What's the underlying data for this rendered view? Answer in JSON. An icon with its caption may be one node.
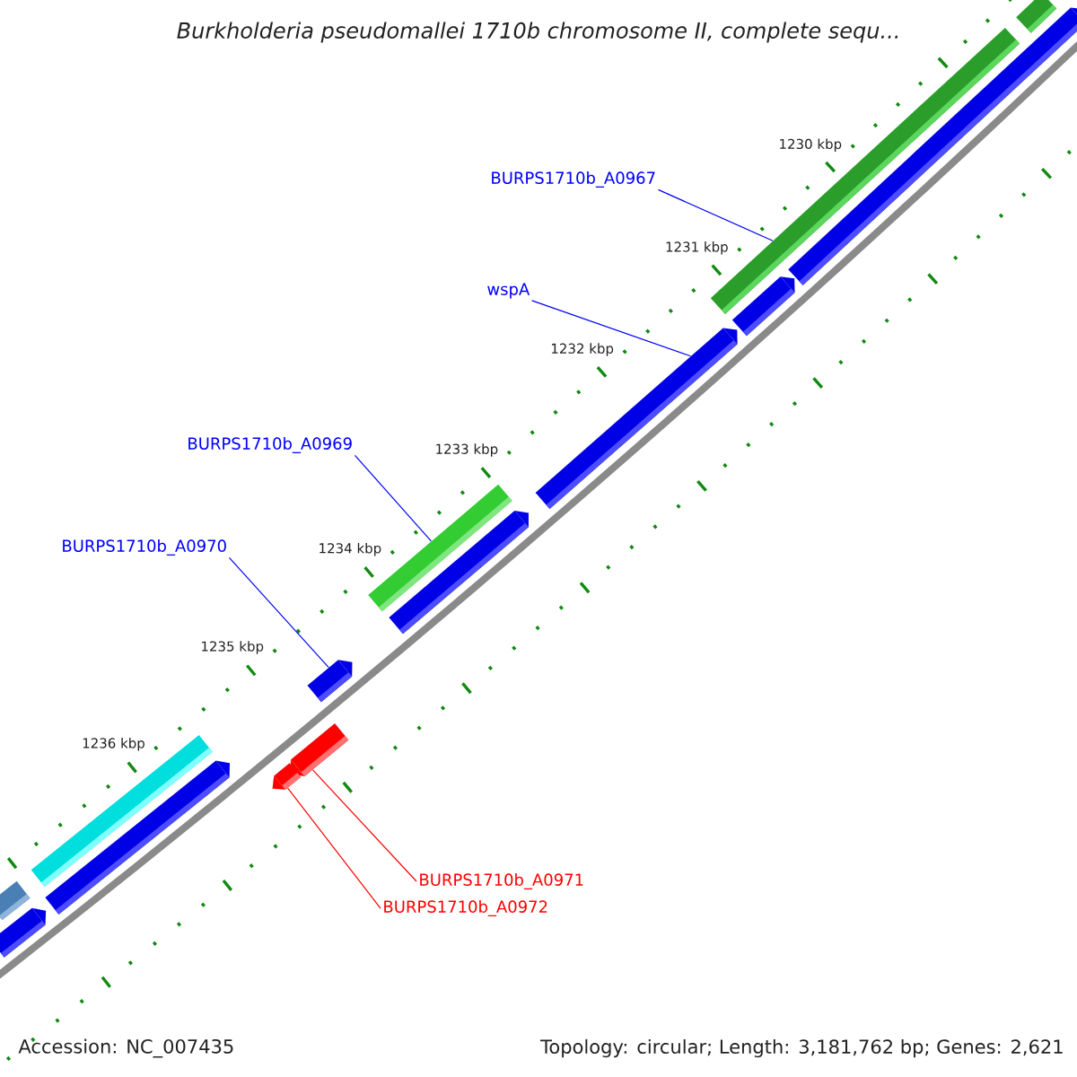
{
  "diagram": {
    "title": "Burkholderia pseudomallei 1710b chromosome II, complete sequ...",
    "nodes": [
      {
        "text": [
          "BURPS1710b_A0967"
        ]
      },
      {
        "text": [
          "wspA"
        ]
      },
      {
        "text": [
          "BURPS1710b_A0969"
        ]
      },
      {
        "text": [
          "BURPS1710b_A0970"
        ]
      },
      {
        "text": [
          "BURPS1710b_A0971"
        ]
      },
      {
        "text": [
          "BURPS1710b_A0972"
        ]
      },
      {
        "text": [],
        "shape": "bar"
      },
      {
        "text": [],
        "shape": "bar"
      },
      {
        "text": [],
        "shape": "bar"
      },
      {
        "text": [],
        "shape": "bar"
      },
      {
        "text": [],
        "shape": "bar"
      },
      {
        "text": [],
        "shape": "bar"
      },
      {
        "text": [],
        "shape": "bar"
      },
      {
        "text": [],
        "shape": "bar"
      },
      {
        "text": [],
        "shape": "bar"
      },
      {
        "text": [],
        "shape": "bar"
      },
      {
        "text": [],
        "shape": "bar"
      },
      {
        "text": [],
        "shape": "bar"
      },
      {
        "text": [],
        "shape": "bar"
      },
      {
        "text": [],
        "shape": "bar"
      }
    ],
    "edges": [
      {
        "from": 0,
        "to": 8,
        "arrow": "none"
      },
      {
        "from": 1,
        "to": 10,
        "arrow": "none"
      },
      {
        "from": 2,
        "to": 11,
        "arrow": "none"
      },
      {
        "from": 3,
        "to": 13,
        "arrow": "none"
      },
      {
        "from": 4,
        "to": 14,
        "arrow": "none",
        "color": "#ff0000"
      },
      {
        "from": 5,
        "to": 15,
        "arrow": "none",
        "color": "#ff0000"
      }
    ],
    "labels": [
      "1230 kbp",
      "1231 kbp",
      "1232 kbp",
      "1233 kbp",
      "1234 kbp",
      "1235 kbp",
      "1236 kbp",
      "Accession: NC_007435",
      "Topology: circular; Length: 3,181,762 bp; Genes: 2,621"
    ]
  }
}
